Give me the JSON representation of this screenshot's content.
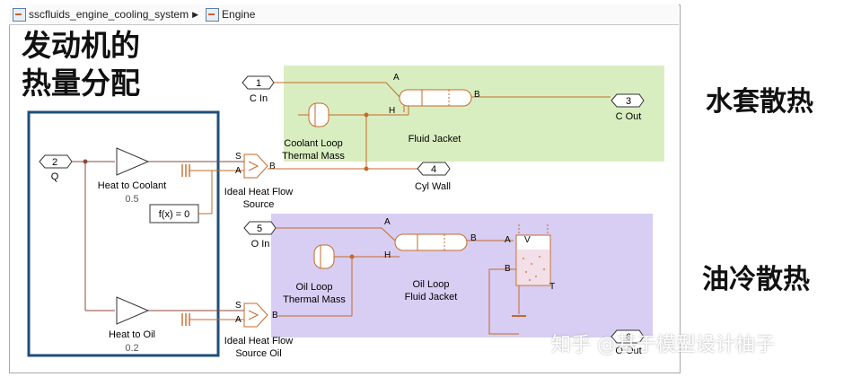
{
  "breadcrumb": {
    "root": "sscfluids_engine_cooling_system",
    "child": "Engine"
  },
  "annotations": {
    "left_line1": "发动机的",
    "left_line2": "热量分配",
    "water": "水套散热",
    "oil": "油冷散热"
  },
  "watermark": "知乎 @基于模型设计柚子",
  "ports": {
    "q": {
      "num": "2",
      "label": "Q"
    },
    "c_in": {
      "num": "1",
      "label": "C In"
    },
    "c_out": {
      "num": "3",
      "label": "C Out"
    },
    "cyl_wall": {
      "num": "4",
      "label": "Cyl Wall"
    },
    "o_in": {
      "num": "5",
      "label": "O In"
    },
    "o_out": {
      "num": "6",
      "label": "O Out"
    }
  },
  "blocks": {
    "heat_to_coolant": {
      "label": "Heat to Coolant",
      "value": "0.5"
    },
    "heat_to_oil": {
      "label": "Heat to Oil",
      "value": "0.2"
    },
    "solver": {
      "label": "f(x) = 0"
    },
    "source_coolant": {
      "line1": "Ideal Heat Flow",
      "line2": "Source"
    },
    "source_oil": {
      "line1": "Ideal Heat Flow",
      "line2": "Source Oil"
    },
    "coolant_mass": {
      "line1": "Coolant Loop",
      "line2": "Thermal Mass"
    },
    "fluid_jacket": {
      "label": "Fluid Jacket"
    },
    "oil_mass": {
      "line1": "Oil Loop",
      "line2": "Thermal Mass"
    },
    "oil_jacket": {
      "line1": "Oil Loop",
      "line2": "Fluid Jacket"
    }
  },
  "port_letters": {
    "a": "A",
    "b": "B",
    "h": "H",
    "s": "S",
    "v": "V",
    "t": "T"
  },
  "colors": {
    "water_zone": "#d9eec0",
    "oil_zone": "#d8cdf2",
    "signal": "#8a4a3a",
    "thermal": "#c56a2a",
    "highlight_box": "#1f4e79"
  }
}
